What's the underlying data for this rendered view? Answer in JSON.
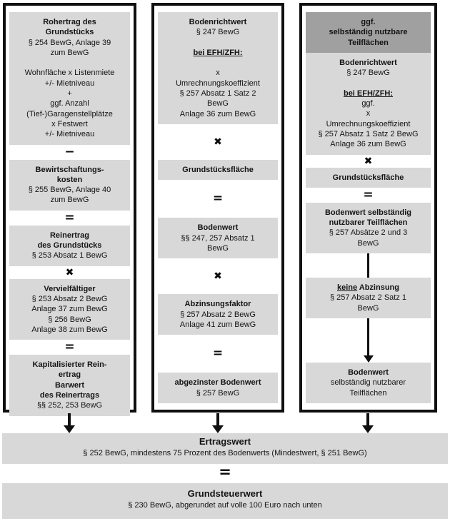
{
  "colors": {
    "box_light": "#d8d8d8",
    "box_dark": "#a0a0a0",
    "frame_border": "#101010",
    "text": "#141414"
  },
  "columns": [
    {
      "name": "ertragswert-rohertrag-column",
      "items": [
        {
          "type": "box",
          "name": "rohertrag-box",
          "lines": [
            {
              "t": "Rohertrag des",
              "b": 1
            },
            {
              "t": "Grundstücks",
              "b": 1
            },
            {
              "t": "§ 254 BewG, Anlage 39"
            },
            {
              "t": "zum BewG"
            },
            {
              "t": ""
            },
            {
              "t": "Wohnfläche x Listenmiete"
            },
            {
              "t": "+/- Mietniveau"
            },
            {
              "t": "+"
            },
            {
              "t": "ggf. Anzahl"
            },
            {
              "t": "(Tief-)Garagenstellplätze"
            },
            {
              "t": "x Festwert"
            },
            {
              "t": "+/- Mietniveau"
            }
          ]
        },
        {
          "type": "op",
          "k": "minus",
          "glyph": "−"
        },
        {
          "type": "box",
          "name": "bewirtschaftungskosten-box",
          "lines": [
            {
              "t": "Bewirtschaftungs-",
              "b": 1
            },
            {
              "t": "kosten",
              "b": 1
            },
            {
              "t": "§ 255 BewG, Anlage 40"
            },
            {
              "t": "zum BewG"
            }
          ]
        },
        {
          "type": "op",
          "k": "equals",
          "glyph": "="
        },
        {
          "type": "box",
          "name": "reinertrag-box",
          "lines": [
            {
              "t": "Reinertrag",
              "b": 1
            },
            {
              "t": "des Grundstücks",
              "b": 1
            },
            {
              "t": "§ 253 Absatz 1 BewG"
            }
          ]
        },
        {
          "type": "op",
          "k": "times",
          "glyph": "✖"
        },
        {
          "type": "box",
          "name": "vervielfaeltiger-box",
          "lines": [
            {
              "t": "Vervielfältiger",
              "b": 1
            },
            {
              "t": "§ 253 Absatz 2 BewG"
            },
            {
              "t": "Anlage 37 zum BewG"
            },
            {
              "t": "§ 256 BewG"
            },
            {
              "t": "Anlage 38 zum BewG"
            }
          ]
        },
        {
          "type": "op",
          "k": "equals",
          "glyph": "="
        },
        {
          "type": "box",
          "name": "kapitalisierter-reinertrag-box",
          "lines": [
            {
              "t": "Kapitalisierter Rein-",
              "b": 1
            },
            {
              "t": "ertrag",
              "b": 1
            },
            {
              "t": "Barwert",
              "b": 1
            },
            {
              "t": "des Reinertrags",
              "b": 1
            },
            {
              "t": "§§ 252, 253 BewG"
            }
          ]
        }
      ]
    },
    {
      "name": "bodenwert-column",
      "items": [
        {
          "type": "box",
          "name": "bodenrichtwert-box",
          "lines": [
            {
              "t": "Bodenrichtwert",
              "b": 1
            },
            {
              "t": "§ 247 BewG"
            },
            {
              "t": ""
            },
            {
              "t": "bei EFH/ZFH:",
              "b": 1,
              "u": 1
            },
            {
              "t": ""
            },
            {
              "t": "x"
            },
            {
              "t": "Umrechnungskoeffizient"
            },
            {
              "t": "§ 257 Absatz 1 Satz 2"
            },
            {
              "t": "BewG"
            },
            {
              "t": "Anlage 36 zum BewG"
            }
          ]
        },
        {
          "type": "op",
          "k": "times",
          "glyph": "✖"
        },
        {
          "type": "box",
          "name": "grundstuecksflaeche-box",
          "lines": [
            {
              "t": "Grundstücksfläche",
              "b": 1
            }
          ]
        },
        {
          "type": "op",
          "k": "equals",
          "glyph": "="
        },
        {
          "type": "box",
          "name": "bodenwert-box",
          "lines": [
            {
              "t": "Bodenwert",
              "b": 1
            },
            {
              "t": "§§ 247, 257 Absatz 1"
            },
            {
              "t": "BewG"
            }
          ]
        },
        {
          "type": "op",
          "k": "times",
          "glyph": "✖"
        },
        {
          "type": "box",
          "name": "abzinsungsfaktor-box",
          "lines": [
            {
              "t": "Abzinsungsfaktor",
              "b": 1
            },
            {
              "t": "§ 257 Absatz 2 BewG"
            },
            {
              "t": "Anlage 41 zum BewG"
            }
          ]
        },
        {
          "type": "op",
          "k": "equals",
          "glyph": "="
        },
        {
          "type": "box",
          "name": "abgezinster-bodenwert-box",
          "lines": [
            {
              "t": "abgezinster Bodenwert",
              "b": 1
            },
            {
              "t": "§ 257 BewG"
            }
          ]
        }
      ]
    },
    {
      "name": "teilflaechen-column",
      "items": [
        {
          "type": "box",
          "name": "teilflaechen-header-box",
          "dark": 1,
          "lines": [
            {
              "t": "ggf.",
              "b": 1
            },
            {
              "t": "selbständig nutzbare",
              "b": 1
            },
            {
              "t": "Teilflächen",
              "b": 1
            }
          ]
        },
        {
          "type": "box",
          "name": "bodenrichtwert-teilflaechen-box",
          "lines": [
            {
              "t": "Bodenrichtwert",
              "b": 1
            },
            {
              "t": "§ 247 BewG"
            },
            {
              "t": ""
            },
            {
              "t": "bei EFH/ZFH:",
              "b": 1,
              "u": 1
            },
            {
              "t": "ggf."
            },
            {
              "t": "x"
            },
            {
              "t": "Umrechnungskoeffizient"
            },
            {
              "t": "§ 257 Absatz 1 Satz 2 BewG"
            },
            {
              "t": "Anlage 36 zum BewG"
            }
          ]
        },
        {
          "type": "op",
          "k": "times",
          "glyph": "✖"
        },
        {
          "type": "box",
          "name": "grundstuecksflaeche-teilflaechen-box",
          "lines": [
            {
              "t": "Grundstücksfläche",
              "b": 1
            }
          ]
        },
        {
          "type": "op",
          "k": "equals",
          "glyph": "="
        },
        {
          "type": "box",
          "name": "bodenwert-teilflaechen-box",
          "lines": [
            {
              "t": "Bodenwert selbständig",
              "b": 1
            },
            {
              "t": "nutzbarer Teilflächen",
              "b": 1
            },
            {
              "t": "§ 257 Absätze 2 und 3"
            },
            {
              "t": "BewG"
            }
          ]
        },
        {
          "type": "connector"
        },
        {
          "type": "box",
          "name": "keine-abzinsung-box",
          "lines": [
            {
              "segs": [
                {
                  "t": "keine",
                  "b": 1,
                  "u": 1
                },
                {
                  "t": " Abzinsung",
                  "b": 1
                }
              ]
            },
            {
              "t": "§ 257 Absatz 2 Satz 1"
            },
            {
              "t": "BewG"
            }
          ]
        },
        {
          "type": "arrow"
        },
        {
          "type": "box",
          "name": "bodenwert-teilflaechen-final-box",
          "lines": [
            {
              "t": "Bodenwert",
              "b": 1
            },
            {
              "t": "selbständig nutzbarer"
            },
            {
              "t": "Teilflächen"
            }
          ]
        }
      ]
    }
  ],
  "bottom": {
    "ertragswert": {
      "title": "Ertragswert",
      "subtitle": "§ 252 BewG, mindestens 75 Prozent des Bodenwerts (Mindestwert, § 251 BewG)"
    },
    "equals": "=",
    "grundsteuerwert": {
      "title": "Grundsteuerwert",
      "subtitle": "§ 230 BewG, abgerundet auf volle 100 Euro nach unten"
    }
  }
}
